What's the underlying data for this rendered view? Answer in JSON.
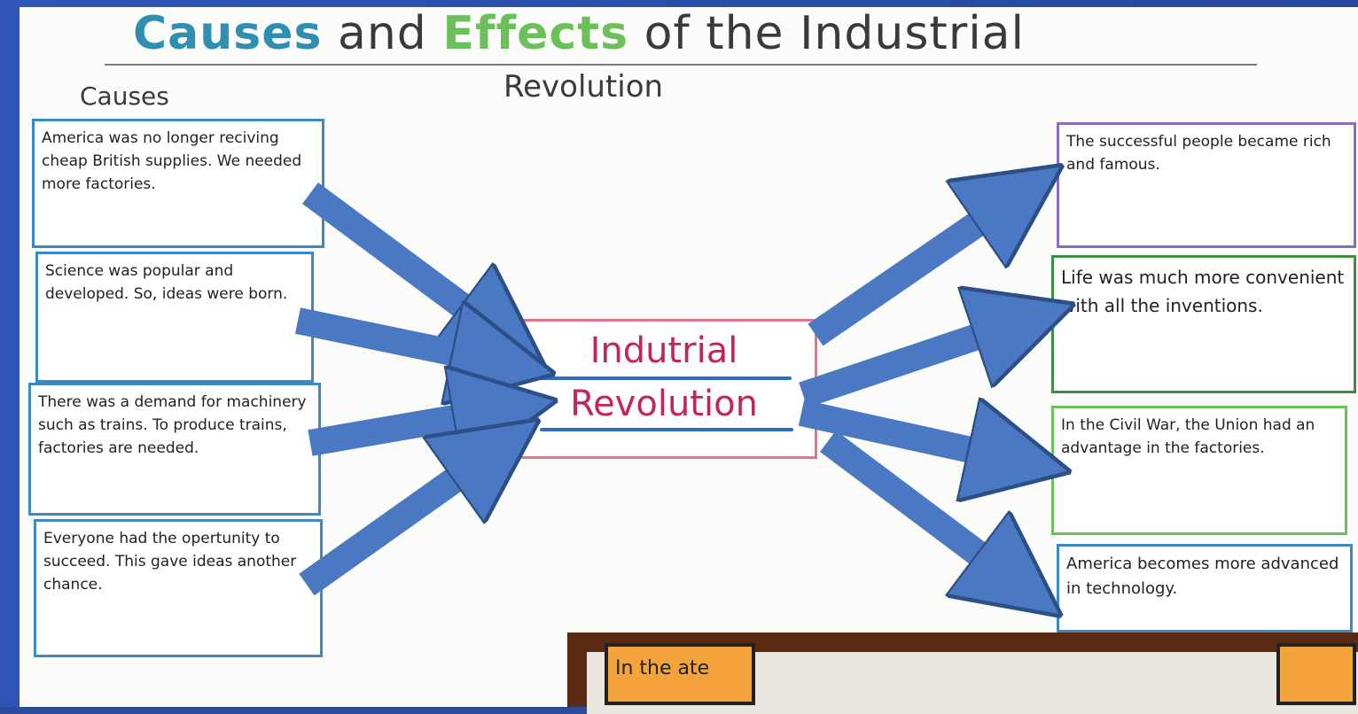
{
  "title": {
    "causes": "Causes",
    "and": "and",
    "effects": "Effects",
    "of_the": "of the Industrial",
    "sub": "Revolution"
  },
  "causes_label": "Causes",
  "center": {
    "line1": "Indutrial",
    "line2": "Revolution"
  },
  "causes": [
    "America was no longer reciving cheap British supplies. We needed more factories.",
    "Science was popular and developed. So, ideas were born.",
    "There was a demand for machinery such as trains. To produce trains, factories are needed.",
    "Everyone had the opertunity to succeed. This gave ideas another chance."
  ],
  "effects": [
    "The successful people became rich and famous.",
    "Life was much more convenient with all the inventions.",
    "In the Civil War, the Union had an advantage in the factories.",
    "America becomes more advanced in technology."
  ],
  "photo_text": "In the ate",
  "colors": {
    "arrow": "#4a78c2",
    "arrow_stroke": "#2c4f86",
    "cause_border": "#3c8ac4",
    "center_border": "#e4738a",
    "center_text": "#c2255b"
  }
}
